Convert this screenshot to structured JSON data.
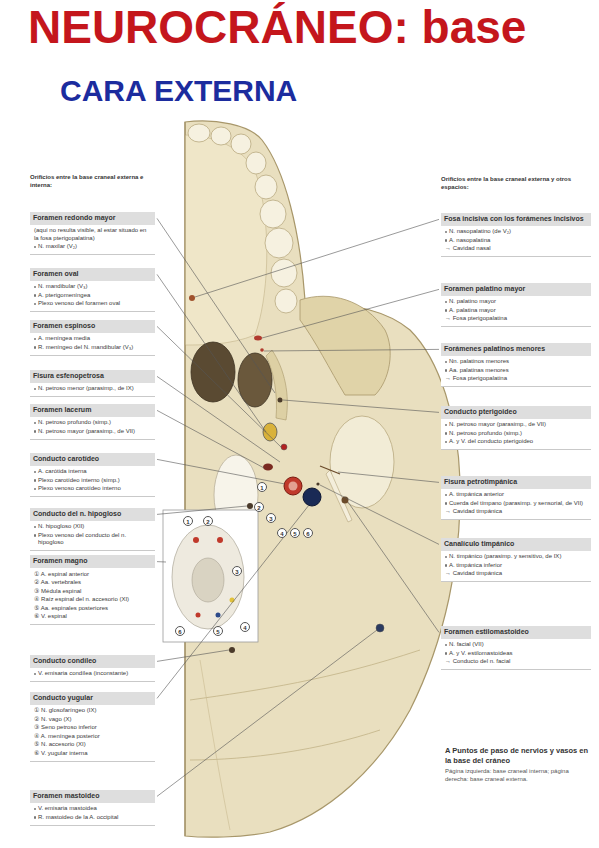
{
  "diagram": {
    "title": "NEUROCRÁNEO: base",
    "caption": "A Puntos de paso de nervios y vasos en la base del cráneo",
    "nodes": [
      {
        "text": [
          "Foramen redondo mayor",
          "(aquí no resulta visible, al estar situado en la fosa pterigopalatina)",
          "N. maxilar (V₂)"
        ]
      },
      {
        "text": [
          "Foramen oval",
          "N. mandibular (V₃)",
          "A. pterigomeníngea",
          "Plexo venoso del foramen oval"
        ]
      },
      {
        "text": [
          "Foramen espinoso",
          "A. meníngea media",
          "R. meníngeo del N. mandibular (V₃)"
        ]
      },
      {
        "text": [
          "Fisura esfenopetrosa",
          "N. petroso menor (parasimp., de IX)"
        ]
      },
      {
        "text": [
          "Foramen lacerum",
          "N. petroso profundo (simp.)",
          "N. petroso mayor (parasimp., de VII)"
        ]
      },
      {
        "text": [
          "Conducto carotídeo",
          "A. carótida interna",
          "Plexo carotídeo interno (simp.)",
          "Plexo venoso carotídeo interno"
        ]
      },
      {
        "text": [
          "Conducto del n. hipogloso",
          "N. hipogloso (XII)",
          "Plexo venoso del conducto del n. hipogloso"
        ]
      },
      {
        "text": [
          "Foramen magno",
          "① A. espinal anterior",
          "② Aa. vertebrales",
          "③ Médula espinal",
          "④ Raíz espinal del n. accesorio (XI)",
          "⑤ Aa. espinales posteriores",
          "⑥ V. espinal"
        ]
      },
      {
        "text": [
          "Conducto condíleo",
          "V. emisaria condílea (inconstante)"
        ]
      },
      {
        "text": [
          "Conducto yugular",
          "① N. glosofaríngeo (IX)",
          "② N. vago (X)",
          "③ Seno petroso inferior",
          "④ A. meníngea posterior",
          "⑤ N. accesorio (XI)",
          "⑥ V. yugular interna"
        ]
      },
      {
        "text": [
          "Foramen mastoideo",
          "V. emisaria mastoidea",
          "R. mastoideo de la A. occipital"
        ]
      },
      {
        "text": [
          "Fosa incisiva con los forámenes incisivos",
          "N. nasopalatino (de V₂)",
          "A. nasopalatina",
          "→ Cavidad nasal"
        ]
      },
      {
        "text": [
          "Foramen palatino mayor",
          "N. palatino mayor",
          "A. palatina mayor",
          "→ Fosa pterigopalatina"
        ]
      },
      {
        "text": [
          "Forámenes palatinos menores",
          "Nn. palatinos menores",
          "Aa. palatinas menores",
          "→ Fosa pterigopalatina"
        ]
      },
      {
        "text": [
          "Conducto pterigoideo",
          "N. petroso mayor (parasimp., de VII)",
          "N. petroso profundo (simp.)",
          "A. y V. del conducto pterigoideo"
        ]
      },
      {
        "text": [
          "Fisura petrotimpánica",
          "A. timpánica anterior",
          "Cuerda del tímpano (parasimp. y sensorial, de VII)",
          "→ Cavidad timpánica"
        ]
      },
      {
        "text": [
          "Canalículo timpánico",
          "N. timpánico (parasimp. y sensitivo, de IX)",
          "A. timpánica inferior",
          "→ Cavidad timpánica"
        ]
      },
      {
        "text": [
          "Foramen estilomastoideo",
          "N. facial (VII)",
          "A. y V. estilomastoideas",
          "→ Conducto del n. facial"
        ]
      }
    ],
    "labels": [
      "CARA EXTERNA",
      "Orificios entre la base craneal externa e interna:",
      "Orificios entre la base craneal externa y otros espacios:",
      "Página izquierda: base craneal interna; página derecha: base craneal externa.",
      "1",
      "2",
      "3",
      "4",
      "5",
      "6",
      "1",
      "2",
      "3",
      "4",
      "5",
      "6"
    ]
  }
}
